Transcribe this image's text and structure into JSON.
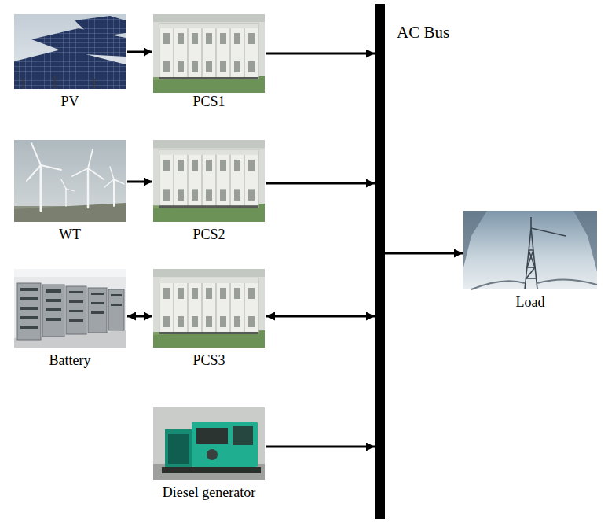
{
  "diagram": {
    "nodes": [
      {
        "text": [
          "PV"
        ]
      },
      {
        "text": [
          "PCS1"
        ]
      },
      {
        "text": [
          "AC Bus"
        ]
      },
      {
        "text": [
          "WT"
        ]
      },
      {
        "text": [
          "PCS2"
        ]
      },
      {
        "text": [
          "Load"
        ]
      },
      {
        "text": [
          "Battery"
        ]
      },
      {
        "text": [
          "PCS3"
        ]
      },
      {
        "text": [
          "Diesel generator"
        ]
      }
    ],
    "edges": [
      {
        "from": 0,
        "to": 1,
        "arrow": "to"
      },
      {
        "from": 1,
        "to": 2,
        "arrow": "to"
      },
      {
        "from": 3,
        "to": 4,
        "arrow": "to"
      },
      {
        "from": 4,
        "to": 2,
        "arrow": "to"
      },
      {
        "from": 6,
        "to": 7,
        "arrow": "both"
      },
      {
        "from": 7,
        "to": 2,
        "arrow": "both"
      },
      {
        "from": 8,
        "to": 2,
        "arrow": "to"
      },
      {
        "from": 2,
        "to": 5,
        "arrow": "to"
      }
    ]
  }
}
